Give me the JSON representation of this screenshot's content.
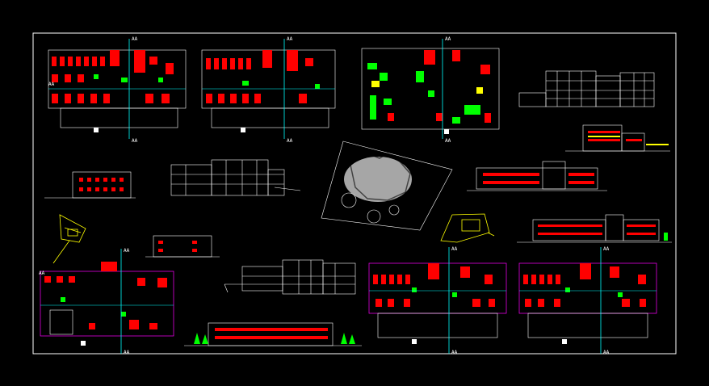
{
  "colors": {
    "background": "#000000",
    "border": "#ffffff",
    "wall": "#ff0000",
    "line": "#ffffff",
    "axis": "#00ffff",
    "green": "#00ff00",
    "magenta": "#ff00ff",
    "yellow": "#ffff00"
  },
  "section_marks": [
    "AA",
    "AA",
    "AA",
    "AA",
    "AA",
    "AA",
    "AA",
    "AA",
    "AA",
    "AA",
    "AA",
    "AA",
    "AA",
    "AA"
  ]
}
